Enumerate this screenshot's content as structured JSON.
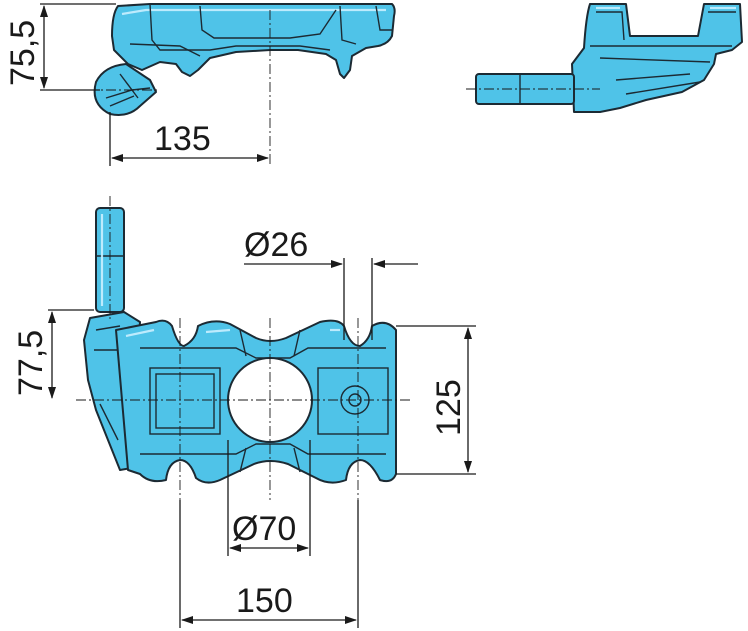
{
  "dimensions": {
    "top_height": "75,5",
    "top_length": "135",
    "pin_diameter": "Ø26",
    "pin_offset": "77,5",
    "body_height": "125",
    "bore_diameter": "Ø70",
    "hole_spacing": "150"
  },
  "colors": {
    "part": "#4fc3e8",
    "outline": "#1c2a33",
    "dimension": "#1a1a1a"
  }
}
